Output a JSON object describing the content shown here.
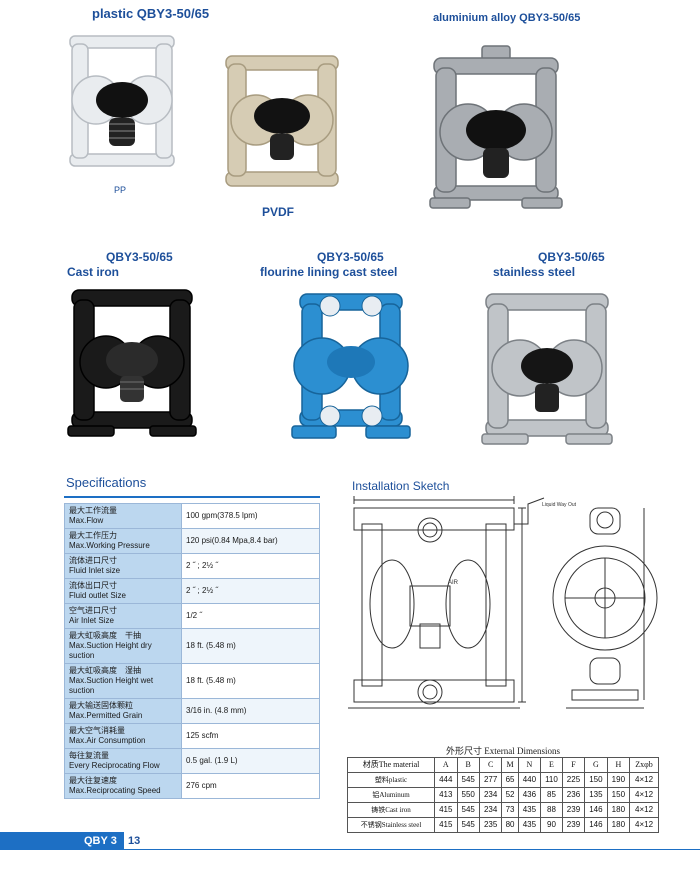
{
  "products": {
    "plastic_title": "plastic  QBY3-50/65",
    "pp_label": "PP",
    "pvdf_label": "PVDF",
    "aluminium_title": "aluminium alloy  QBY3-50/65",
    "castiron_model": "QBY3-50/65",
    "castiron_label": "Cast iron",
    "fluorine_model": "QBY3-50/65",
    "fluorine_label": "flourine lining cast steel",
    "stainless_model": "QBY3-50/65",
    "stainless_label": "stainless steel"
  },
  "colors": {
    "pp": "#e9ecef",
    "pvdf": "#d6ccb4",
    "aluminium": "#a9adb2",
    "castiron": "#1a1a1a",
    "fluorine": "#2c8fd1",
    "stainless": "#c0c4c8",
    "accent": "#1d4f9a"
  },
  "specs": {
    "heading": "Specifications",
    "rows": [
      {
        "cn": "最大工作流量",
        "en": "Max.Flow",
        "value": "100 gpm(378.5 lpm)"
      },
      {
        "cn": "最大工作压力",
        "en": "Max.Working Pressure",
        "value": "120 psi(0.84 Mpa,8.4 bar)"
      },
      {
        "cn": "流体进口尺寸",
        "en": "Fluid Inlet size",
        "value": "2 ˝ ; 2½ ˝"
      },
      {
        "cn": "流体出口尺寸",
        "en": "Fluid outlet Size",
        "value": "2 ˝ ; 2½ ˝"
      },
      {
        "cn": "空气进口尺寸",
        "en": "Air Inlet Size",
        "value": "1/2 ˝"
      },
      {
        "cn": "最大虹吸高度　干抽",
        "en": "Max.Suction Height  dry suction",
        "value": "18 ft. (5.48 m)"
      },
      {
        "cn": "最大虹吸高度　湿抽",
        "en": "Max.Suction Height  wet suction",
        "value": "18 ft. (5.48 m)"
      },
      {
        "cn": "最大输送固体颗粒",
        "en": "Max.Permitted Grain",
        "value": "3/16 in. (4.8 mm)"
      },
      {
        "cn": "最大空气消耗量",
        "en": "Max.Air Consumption",
        "value": "125 scfm"
      },
      {
        "cn": "每往复流量",
        "en": "Every Reciprocating Flow",
        "value": "0.5 gal. (1.9 L)"
      },
      {
        "cn": "最大往复速度",
        "en": "Max.Reciprocating Speed",
        "value": "276 cpm"
      }
    ]
  },
  "sketch": {
    "heading": "Installation Sketch",
    "air_label": "AIR",
    "liquid_label": "Liquid Way Out"
  },
  "dimensions": {
    "caption": "外形尺寸  External Dimensions",
    "headers": [
      "材质The material",
      "A",
      "B",
      "C",
      "M",
      "N",
      "E",
      "F",
      "G",
      "H",
      "Zxφb"
    ],
    "rows": [
      [
        "塑料plastic",
        "444",
        "545",
        "277",
        "65",
        "440",
        "110",
        "225",
        "150",
        "190",
        "4×12"
      ],
      [
        "铝Aluminum",
        "413",
        "550",
        "234",
        "52",
        "436",
        "85",
        "236",
        "135",
        "150",
        "4×12"
      ],
      [
        "铸铁Cast iron",
        "415",
        "545",
        "234",
        "73",
        "435",
        "88",
        "239",
        "146",
        "180",
        "4×12"
      ],
      [
        "不锈钢Stainless steel",
        "415",
        "545",
        "235",
        "80",
        "435",
        "90",
        "239",
        "146",
        "180",
        "4×12"
      ]
    ]
  },
  "footer": {
    "label": "QBY 3",
    "page": "13"
  }
}
